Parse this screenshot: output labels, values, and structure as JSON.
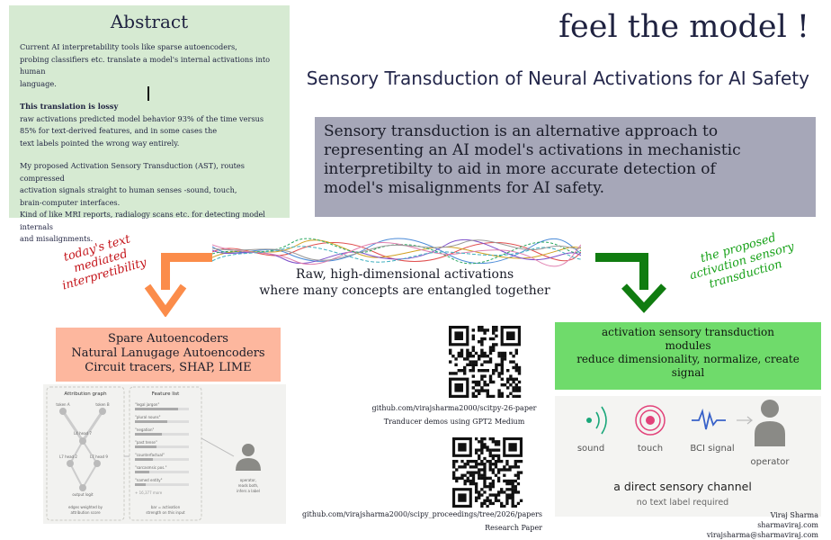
{
  "abstract": {
    "title": "Abstract",
    "para1": [
      "Current AI interpretability tools like sparse autoencoders,",
      "probing classifiers etc. translate a model's internal activations into human",
      "language."
    ],
    "lossy_heading": "This translation is lossy",
    "para2": [
      "raw activations predicted model behavior 93% of the time versus",
      "85% for text-derived features, and in some cases the",
      "text labels pointed the wrong way entirely."
    ],
    "para3": [
      "My proposed Activation Sensory Transduction (AST), routes compressed",
      "activation signals straight to human senses -sound, touch,",
      "brain-computer interfaces.",
      "Kind of like MRI reports, radialogy scans etc. for detecting model internals",
      "and misalignments."
    ]
  },
  "hero": {
    "title": "feel the model !",
    "subtitle": "Sensory Transduction of Neural Activations for AI Safety"
  },
  "definition": {
    "lines": [
      "Sensory transduction is an alternative approach to",
      "representing an AI model's activations in mechanistic",
      "interpretibilty to aid in more accurate detection of",
      "model's misalignments for AI safety."
    ]
  },
  "flow": {
    "today_label": [
      "today's text",
      "mediated",
      "interpretibility"
    ],
    "proposed_label": [
      "the proposed",
      "activation sensory",
      "transduction"
    ],
    "raw_caption": [
      "Raw, high-dimensional activations",
      "where many concepts are entangled together"
    ]
  },
  "left_box": {
    "lines": [
      "Spare  Autoencoders",
      "Natural Lanugage Autoencoders",
      "Circuit tracers, SHAP, LIME"
    ]
  },
  "right_box": {
    "lines": [
      "activation sensory transduction",
      "modules",
      "reduce dimensionality, normalize, create",
      "signal"
    ]
  },
  "attribution": {
    "graph_title": "Attribution graph",
    "feature_title": "Feature list",
    "nodes": [
      "token A",
      "token B",
      "L4 head 7",
      "L7 head 2",
      "L7 head 9",
      "output logit"
    ],
    "graph_caption": [
      "edges weighted by",
      "attribution score"
    ],
    "features": [
      "\"legal jargon\"",
      "\"plural nouns\"",
      "\"negation\"",
      "\"past tense\"",
      "\"counterfactual\"",
      "\"sarcasmsic pos.\"",
      "\"named entity\""
    ],
    "more": "+ 16,377 more",
    "feature_caption": [
      "bar = activation",
      "strength on this input"
    ],
    "operator_caption": [
      "operator,",
      "reads both,",
      "infers a label"
    ]
  },
  "sensory": {
    "items": [
      "sound",
      "touch",
      "BCI signal",
      "operator"
    ],
    "headline": "a direct sensory channel",
    "sub": "no text label required",
    "colors": {
      "sound": "#1aa77a",
      "touch": "#e2427a",
      "bci": "#3862c9",
      "operator": "#8a8a86"
    }
  },
  "qr1": {
    "caption": "github.com/virajsharma2000/scitpy-26-paper",
    "sub": "Tranducer demos using GPT2 Medium"
  },
  "qr2": {
    "caption": "github.com/virajsharma2000/scipy_proceedings/tree/2026/papers",
    "sub": "Research Paper"
  },
  "author": {
    "lines": [
      "Viraj Sharma",
      "sharmaviraj.com",
      "virajsharma@sharmaviraj.com"
    ]
  },
  "colors": {
    "abstract_bg": "#d6ead2",
    "definition_bg": "#a6a7b8",
    "left_arrow": "#fb8c4a",
    "right_arrow": "#107c10",
    "left_box_bg": "#fdb79e",
    "right_box_bg": "#6fdb6b",
    "today_label": "#c4141a",
    "proposed_label": "#17a118"
  }
}
